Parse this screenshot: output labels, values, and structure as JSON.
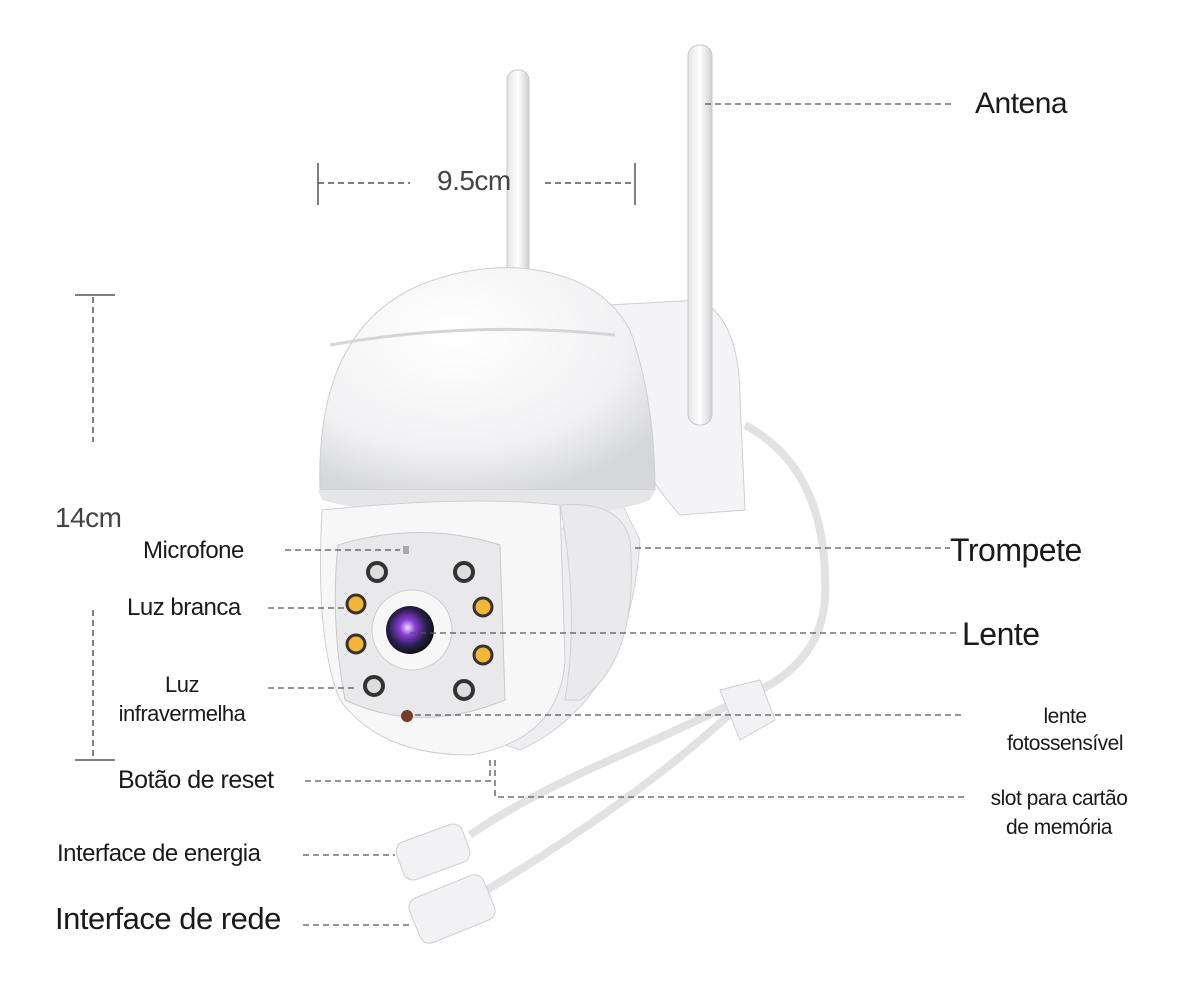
{
  "dimensions": {
    "width": "9.5cm",
    "height": "14cm"
  },
  "labels": {
    "antenna": "Antena",
    "speaker": "Trompete",
    "lens": "Lente",
    "photosensitive_line1": "lente",
    "photosensitive_line2": "fotossensível",
    "sd_slot_line1": "slot para cartão",
    "sd_slot_line2": "de memória",
    "microphone": "Microfone",
    "white_light": "Luz branca",
    "infrared_line1": "Luz",
    "infrared_line2": "infravermelha",
    "reset_button": "Botão de reset",
    "power_interface": "Interface de energia",
    "network_interface": "Interface de rede"
  }
}
